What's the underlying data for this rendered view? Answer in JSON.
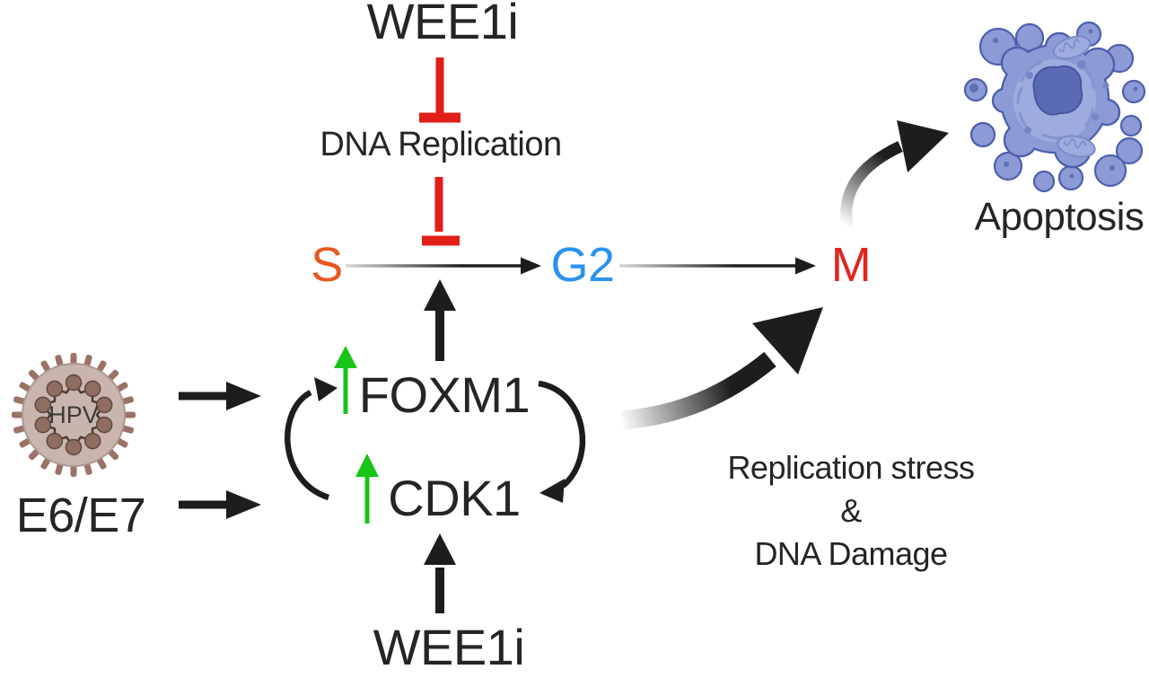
{
  "diagram": {
    "title_semantic": "HPV E6/E7 - FOXM1/CDK1 - WEE1i cell cycle pathway",
    "labels": {
      "wee1i_top": "WEE1i",
      "dna_replication": "DNA Replication",
      "phase_s": "S",
      "phase_g2": "G2",
      "phase_m": "M",
      "apoptosis": "Apoptosis",
      "foxm1": "FOXM1",
      "cdk1": "CDK1",
      "hpv": "HPV",
      "e6_e7": "E6/E7",
      "stress_line1": "Replication stress",
      "stress_line2": "&",
      "stress_line3": "DNA Damage",
      "wee1i_bottom": "WEE1i"
    },
    "colors": {
      "text": "#262424",
      "inhibition_red": "#E11E18",
      "phase_s_orange": "#E8581F",
      "phase_g2_blue": "#2A93EE",
      "phase_m_red": "#E02521",
      "upregulation_green": "#17C417",
      "arrow_black": "#1F1C1C",
      "cell_body_blue": "#8C9AD6",
      "cell_inner_blue": "#9DABDF",
      "cell_outline_blue": "#4E5FAE",
      "nucleus_blue": "#5A6AB4",
      "virus_spike_brown": "#9A7266",
      "virus_body_tan": "#C9B5AD",
      "capsid_brown": "#8F6D60"
    },
    "icons": [
      "hpv-virion-icon",
      "apoptotic-cell-icon",
      "inhibition-tbar-icon",
      "green-up-arrow-icon",
      "cycle-arc-icon"
    ]
  }
}
